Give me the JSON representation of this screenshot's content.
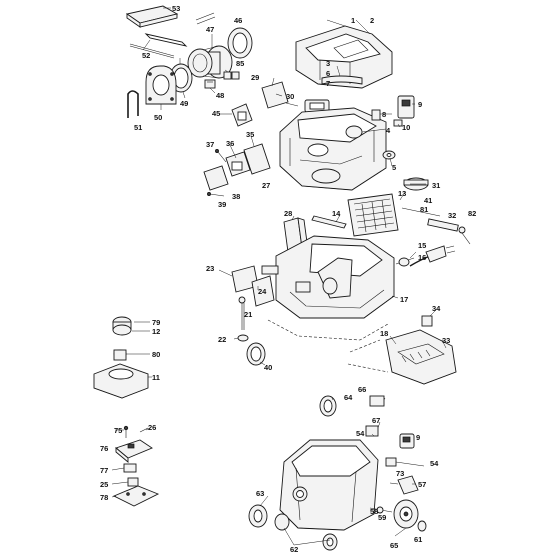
{
  "callouts": [
    {
      "id": "c1",
      "text": "1"
    },
    {
      "id": "c2",
      "text": "2"
    },
    {
      "id": "c3",
      "text": "3"
    },
    {
      "id": "c4",
      "text": "4"
    },
    {
      "id": "c5",
      "text": "5"
    },
    {
      "id": "c6",
      "text": "6"
    },
    {
      "id": "c7",
      "text": "7"
    },
    {
      "id": "c8",
      "text": "8"
    },
    {
      "id": "c9",
      "text": "9"
    },
    {
      "id": "c10",
      "text": "10"
    },
    {
      "id": "c11",
      "text": "11"
    },
    {
      "id": "c12",
      "text": "12"
    },
    {
      "id": "c13",
      "text": "13"
    },
    {
      "id": "c14",
      "text": "14"
    },
    {
      "id": "c15",
      "text": "15"
    },
    {
      "id": "c16",
      "text": "16"
    },
    {
      "id": "c17",
      "text": "17"
    },
    {
      "id": "c18",
      "text": "18"
    },
    {
      "id": "c21",
      "text": "21"
    },
    {
      "id": "c22",
      "text": "22"
    },
    {
      "id": "c23",
      "text": "23"
    },
    {
      "id": "c24",
      "text": "24"
    },
    {
      "id": "c25",
      "text": "25"
    },
    {
      "id": "c26",
      "text": "26"
    },
    {
      "id": "c27",
      "text": "27"
    },
    {
      "id": "c28",
      "text": "28"
    },
    {
      "id": "c29",
      "text": "29"
    },
    {
      "id": "c30",
      "text": "30"
    },
    {
      "id": "c31",
      "text": "31"
    },
    {
      "id": "c32",
      "text": "32"
    },
    {
      "id": "c33",
      "text": "33"
    },
    {
      "id": "c34",
      "text": "34"
    },
    {
      "id": "c35",
      "text": "35"
    },
    {
      "id": "c36",
      "text": "36"
    },
    {
      "id": "c37",
      "text": "37"
    },
    {
      "id": "c38",
      "text": "38"
    },
    {
      "id": "c39",
      "text": "39"
    },
    {
      "id": "c40",
      "text": "40"
    },
    {
      "id": "c41",
      "text": "41"
    },
    {
      "id": "c45",
      "text": "45"
    },
    {
      "id": "c46",
      "text": "46"
    },
    {
      "id": "c47",
      "text": "47"
    },
    {
      "id": "c48",
      "text": "48"
    },
    {
      "id": "c49",
      "text": "49"
    },
    {
      "id": "c50",
      "text": "50"
    },
    {
      "id": "c51",
      "text": "51"
    },
    {
      "id": "c52",
      "text": "52"
    },
    {
      "id": "c53",
      "text": "53"
    },
    {
      "id": "c54a",
      "text": "54"
    },
    {
      "id": "c54b",
      "text": "54"
    },
    {
      "id": "c57",
      "text": "57"
    },
    {
      "id": "c58",
      "text": "58"
    },
    {
      "id": "c59",
      "text": "59"
    },
    {
      "id": "c61",
      "text": "61"
    },
    {
      "id": "c62",
      "text": "62"
    },
    {
      "id": "c63",
      "text": "63"
    },
    {
      "id": "c64",
      "text": "64"
    },
    {
      "id": "c65",
      "text": "65"
    },
    {
      "id": "c66",
      "text": "66"
    },
    {
      "id": "c67",
      "text": "67"
    },
    {
      "id": "c73",
      "text": "73"
    },
    {
      "id": "c75",
      "text": "75"
    },
    {
      "id": "c76",
      "text": "76"
    },
    {
      "id": "c77",
      "text": "77"
    },
    {
      "id": "c78",
      "text": "78"
    },
    {
      "id": "c79",
      "text": "79"
    },
    {
      "id": "c80",
      "text": "80"
    },
    {
      "id": "c81",
      "text": "81"
    },
    {
      "id": "c82",
      "text": "82"
    },
    {
      "id": "c85",
      "text": "85"
    },
    {
      "id": "c9b",
      "text": "9"
    }
  ]
}
